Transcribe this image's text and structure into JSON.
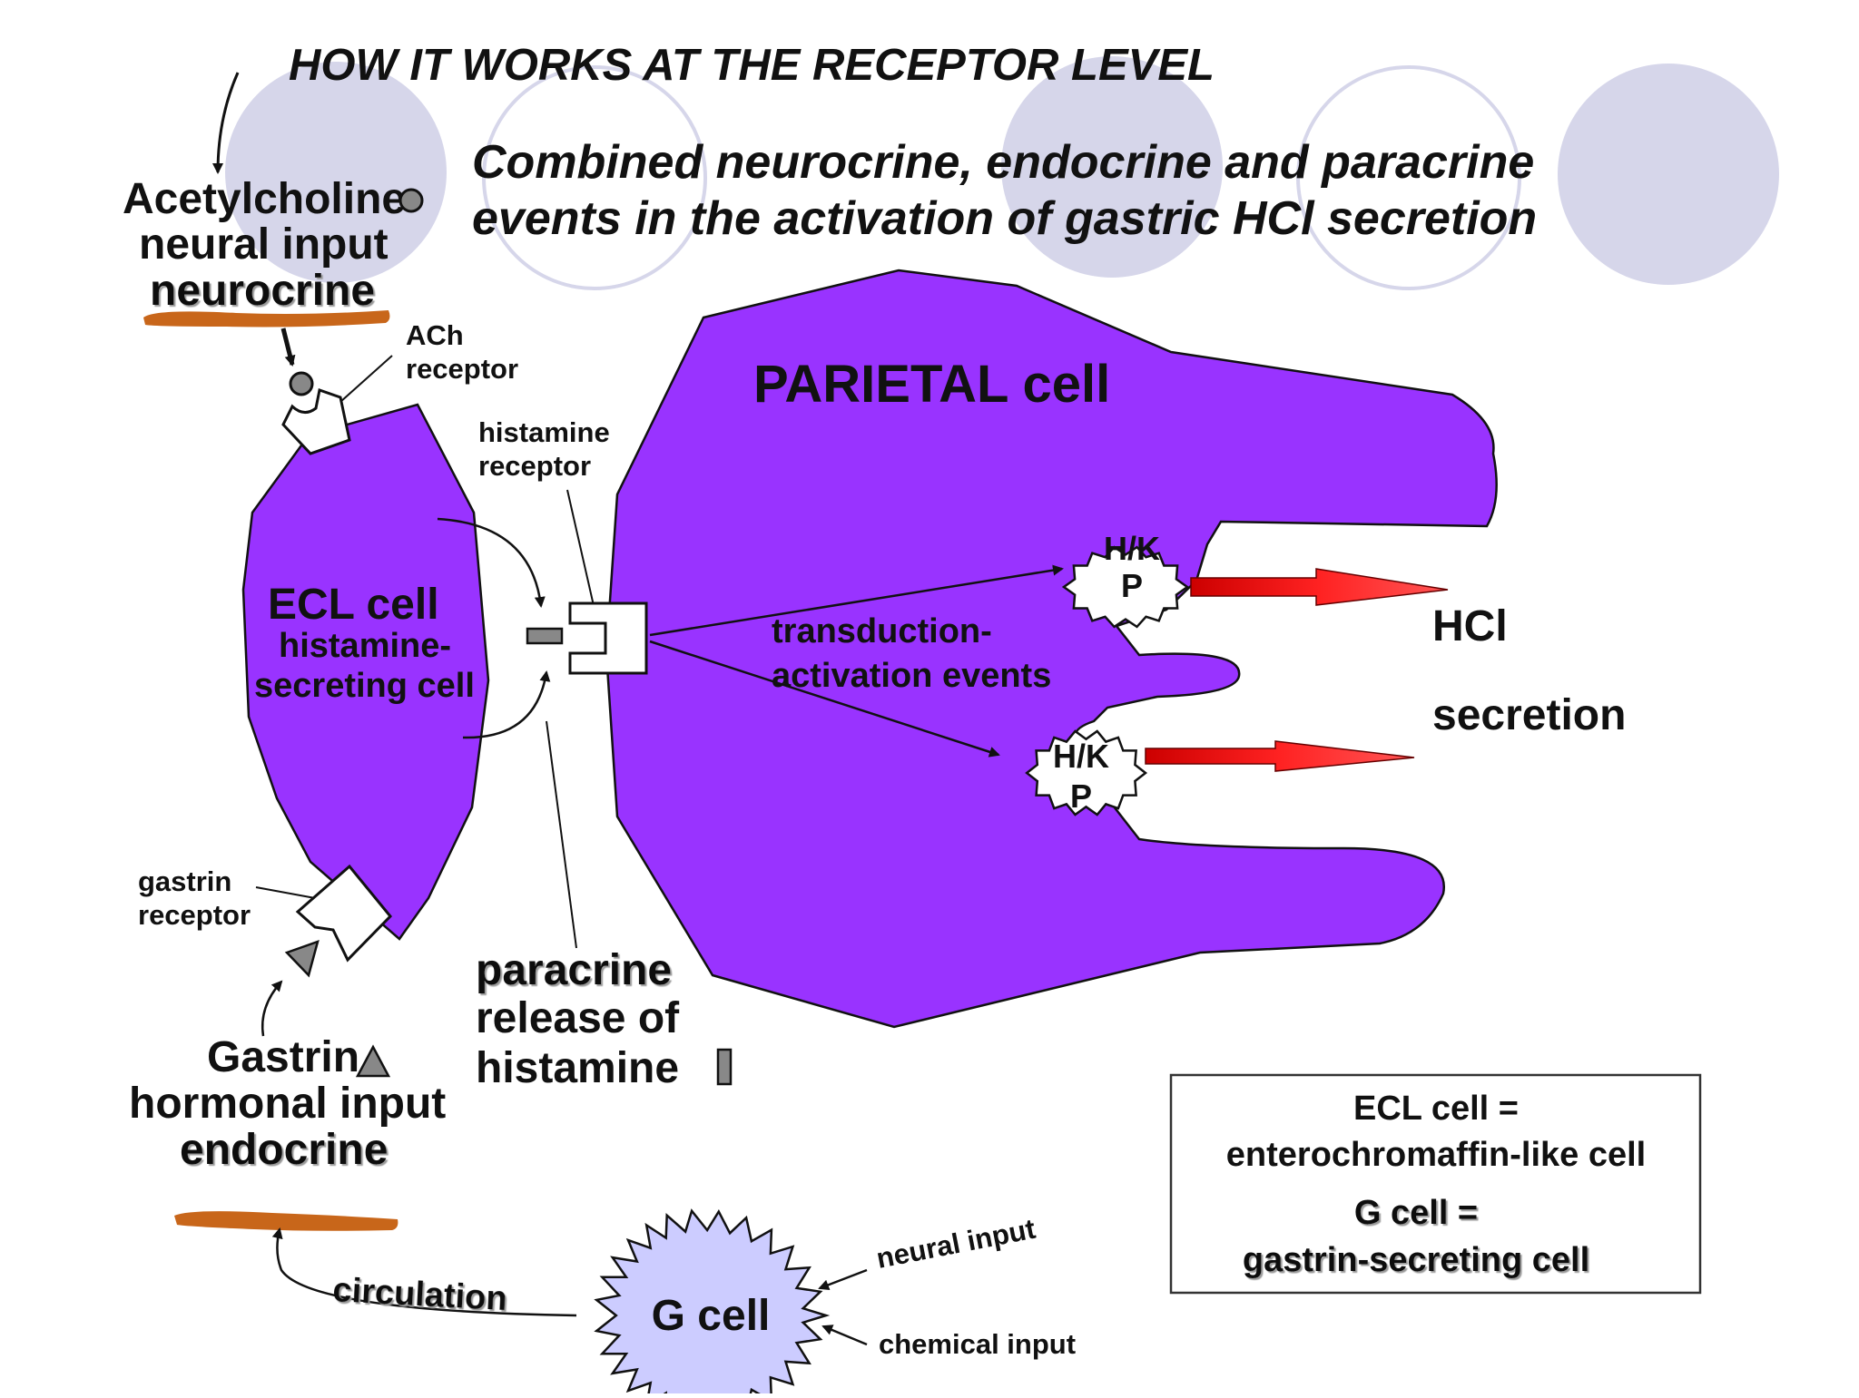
{
  "title": "HOW IT WORKS AT THE RECEPTOR LEVEL",
  "subtitle": {
    "line1": "Combined neurocrine, endocrine and paracrine",
    "line2": "events in the activation of gastric HCl secretion"
  },
  "neural_block": {
    "line1": "Acetylcholine",
    "line2": "neural input",
    "line3": "neurocrine"
  },
  "ach_receptor": {
    "line1": "ACh",
    "line2": "receptor"
  },
  "histamine_receptor": {
    "line1": "histamine",
    "line2": "receptor"
  },
  "parietal_cell": {
    "label": "PARIETAL cell"
  },
  "ecl_cell": {
    "line1": "ECL cell",
    "line2": "histamine-",
    "line3": "secreting cell"
  },
  "transduction": {
    "line1": "transduction-",
    "line2": "activation events"
  },
  "pump": {
    "line1": "H/K",
    "line2": "P"
  },
  "hcl": {
    "line1": "HCl",
    "line2": "secretion"
  },
  "gastrin_receptor": {
    "line1": "gastrin",
    "line2": "receptor"
  },
  "paracrine": {
    "line1": "paracrine",
    "line2": "release of",
    "line3": "histamine"
  },
  "gastrin_block": {
    "line1": "Gastrin",
    "line2": "hormonal input",
    "line3": "endocrine"
  },
  "legend": {
    "line1": "ECL cell  =",
    "line2": "enterochromaffin-like cell",
    "line3": "G cell  =",
    "line4": "gastrin-secreting cell"
  },
  "circulation": "circulation",
  "g_cell": "G cell",
  "neural_input": "neural input",
  "chemical_input": "chemical input",
  "colors": {
    "cell_purple": "#9933ff",
    "deco_circle": "#d6d6ea",
    "arrow_red": "#ff1a1a",
    "vessel_orange": "#c8661a",
    "g_cell_fill": "#ccccff",
    "molecule_gray": "#888888"
  }
}
